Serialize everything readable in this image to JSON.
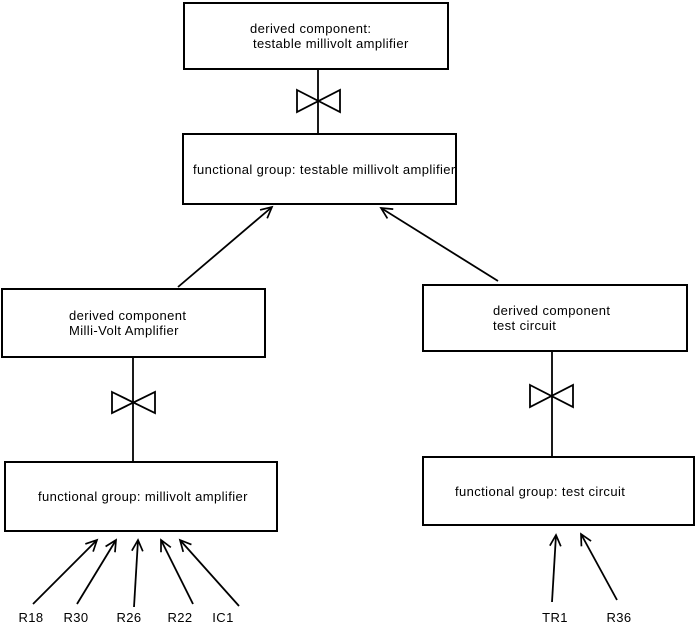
{
  "diagram": {
    "top_derived": {
      "line1": "derived component:",
      "line2": "testable millivolt amplifier"
    },
    "top_functional": {
      "label": "functional group: testable millivolt amplifier"
    },
    "left_derived": {
      "line1": "derived component",
      "line2": "Milli-Volt Amplifier"
    },
    "left_functional": {
      "label": "functional group: millivolt amplifier"
    },
    "right_derived": {
      "line1": "derived component",
      "line2": "test circuit"
    },
    "right_functional": {
      "label": "functional group: test circuit"
    },
    "left_components": [
      "R18",
      "R30",
      "R26",
      "R22",
      "IC1"
    ],
    "right_components": [
      "TR1",
      "R36"
    ],
    "colors": {
      "line": "#000000",
      "text": "#000000",
      "background": "#ffffff"
    }
  }
}
